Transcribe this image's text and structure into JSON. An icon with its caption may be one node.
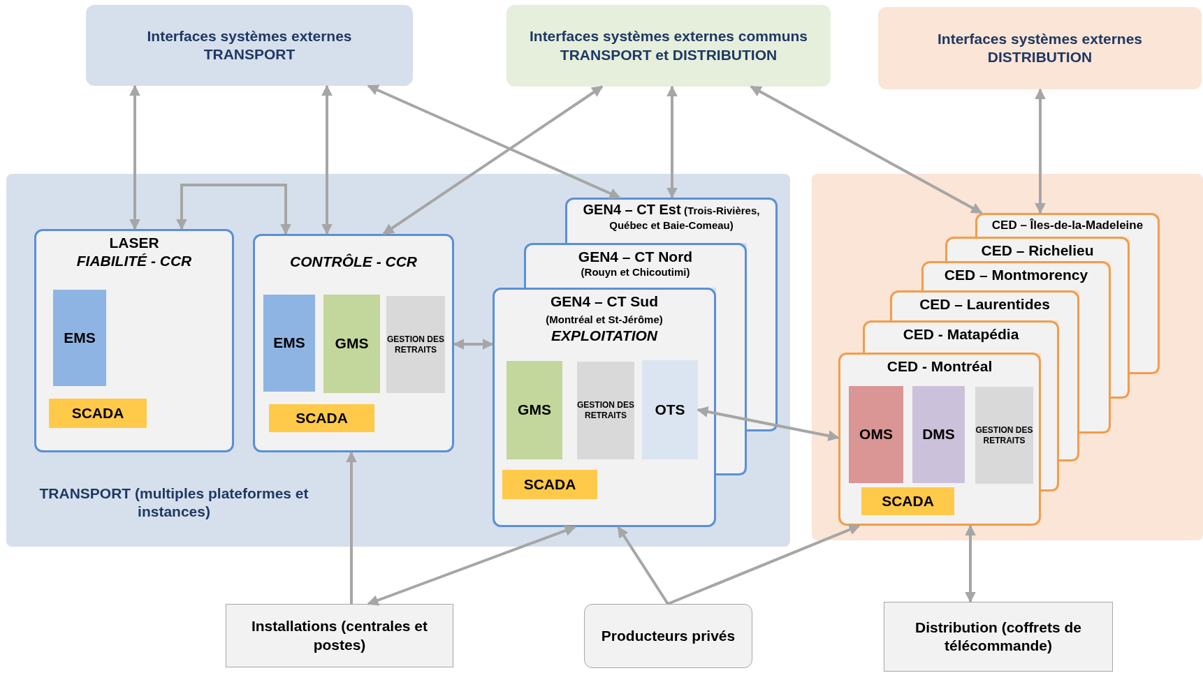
{
  "diagram": {
    "nodes": [
      {
        "text": [
          "Interfaces systèmes externes TRANSPORT"
        ]
      },
      {
        "text": [
          "Interfaces systèmes externes communs TRANSPORT et DISTRIBUTION"
        ]
      },
      {
        "text": [
          "Interfaces systèmes externes DISTRIBUTION"
        ]
      },
      {
        "text": [
          "TRANSPORT (multiples plateformes et instances)"
        ]
      },
      {
        "text": [
          "LASER",
          "FIABILITÉ - CCR"
        ],
        "in": 3
      },
      {
        "text": [
          "EMS"
        ],
        "in": 4
      },
      {
        "text": [
          "SCADA"
        ],
        "in": 4
      },
      {
        "text": [
          "CONTRÔLE - CCR"
        ],
        "in": 3
      },
      {
        "text": [
          "EMS"
        ],
        "in": 7
      },
      {
        "text": [
          "GMS"
        ],
        "in": 7
      },
      {
        "text": [
          "GESTION DES RETRAITS"
        ],
        "in": 7
      },
      {
        "text": [
          "SCADA"
        ],
        "in": 7
      },
      {
        "text": [
          "GEN4 – CT Est",
          "(Trois-Rivières, Québec et Baie-Comeau)"
        ],
        "in": 3
      },
      {
        "text": [
          "GEN4 – CT Nord",
          "(Rouyn et Chicoutimi)"
        ],
        "in": 3
      },
      {
        "text": [
          "GEN4 – CT Sud",
          "(Montréal et St-Jérôme)",
          "EXPLOITATION"
        ],
        "in": 3
      },
      {
        "text": [
          "GMS"
        ],
        "in": 14
      },
      {
        "text": [
          "GESTION DES RETRAITS"
        ],
        "in": 14
      },
      {
        "text": [
          "OTS"
        ],
        "in": 14
      },
      {
        "text": [
          "SCADA"
        ],
        "in": 14
      },
      {
        "text": [],
        "shape": "box"
      },
      {
        "text": [
          "CED – Îles-de-la-Madeleine"
        ],
        "in": 19
      },
      {
        "text": [
          "CED – Richelieu"
        ],
        "in": 19
      },
      {
        "text": [
          "CED – Montmorency"
        ],
        "in": 19
      },
      {
        "text": [
          "CED – Laurentides"
        ],
        "in": 19
      },
      {
        "text": [
          "CED - Matapédia"
        ],
        "in": 19
      },
      {
        "text": [
          "CED - Montréal"
        ],
        "in": 19
      },
      {
        "text": [
          "OMS"
        ],
        "in": 25
      },
      {
        "text": [
          "DMS"
        ],
        "in": 25
      },
      {
        "text": [
          "GESTION DES RETRAITS"
        ],
        "in": 25
      },
      {
        "text": [
          "SCADA"
        ],
        "in": 25
      },
      {
        "text": [
          "Installations (centrales et postes)"
        ]
      },
      {
        "text": [
          "Producteurs privés"
        ]
      },
      {
        "text": [
          "Distribution (coffrets de télécommande)"
        ]
      }
    ],
    "edges": [
      {
        "from": 0,
        "to": 4,
        "arrow": "both"
      },
      {
        "from": 0,
        "to": 7,
        "arrow": "both"
      },
      {
        "from": 0,
        "to": 12,
        "arrow": "both"
      },
      {
        "from": 1,
        "to": 7,
        "arrow": "both"
      },
      {
        "from": 1,
        "to": 12,
        "arrow": "both"
      },
      {
        "from": 1,
        "to": 20,
        "arrow": "both"
      },
      {
        "from": 2,
        "to": 20,
        "arrow": "both"
      },
      {
        "from": 4,
        "to": 7,
        "arrow": "both"
      },
      {
        "from": 7,
        "to": 14,
        "arrow": "both"
      },
      {
        "from": 17,
        "to": 25,
        "arrow": "both"
      },
      {
        "from": 30,
        "to": 7,
        "arrow": "to"
      },
      {
        "from": 30,
        "to": 14,
        "arrow": "both"
      },
      {
        "from": 31,
        "to": 14,
        "arrow": "to"
      },
      {
        "from": 31,
        "to": 25,
        "arrow": "to"
      },
      {
        "from": 32,
        "to": 25,
        "arrow": "both"
      }
    ]
  }
}
